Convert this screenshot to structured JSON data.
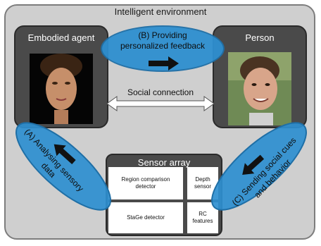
{
  "diagram": {
    "title": "Intelligent environment",
    "agent_label": "Embodied agent",
    "person_label": "Person",
    "feedback_line1": "(B) Providing",
    "feedback_line2": "personalized feedback",
    "social_connection": "Social connection",
    "analysing_line1": "(A) Analysing sensory",
    "analysing_line2": "data",
    "sending_line1": "(C) Sending social cues",
    "sending_line2": "and behavior",
    "sensor_array": {
      "title": "Sensor array",
      "region_line1": "Region comparison",
      "region_line2": "detector",
      "depth_line1": "Depth",
      "depth_line2": "sensor",
      "stage": "StaGe detector",
      "rc_line1": "RC",
      "rc_line2": "features"
    }
  },
  "colors": {
    "ellipse_blue": "#2e8fd0",
    "box_dark": "#4a4a4a",
    "background_grey": "#cfcfcf"
  }
}
